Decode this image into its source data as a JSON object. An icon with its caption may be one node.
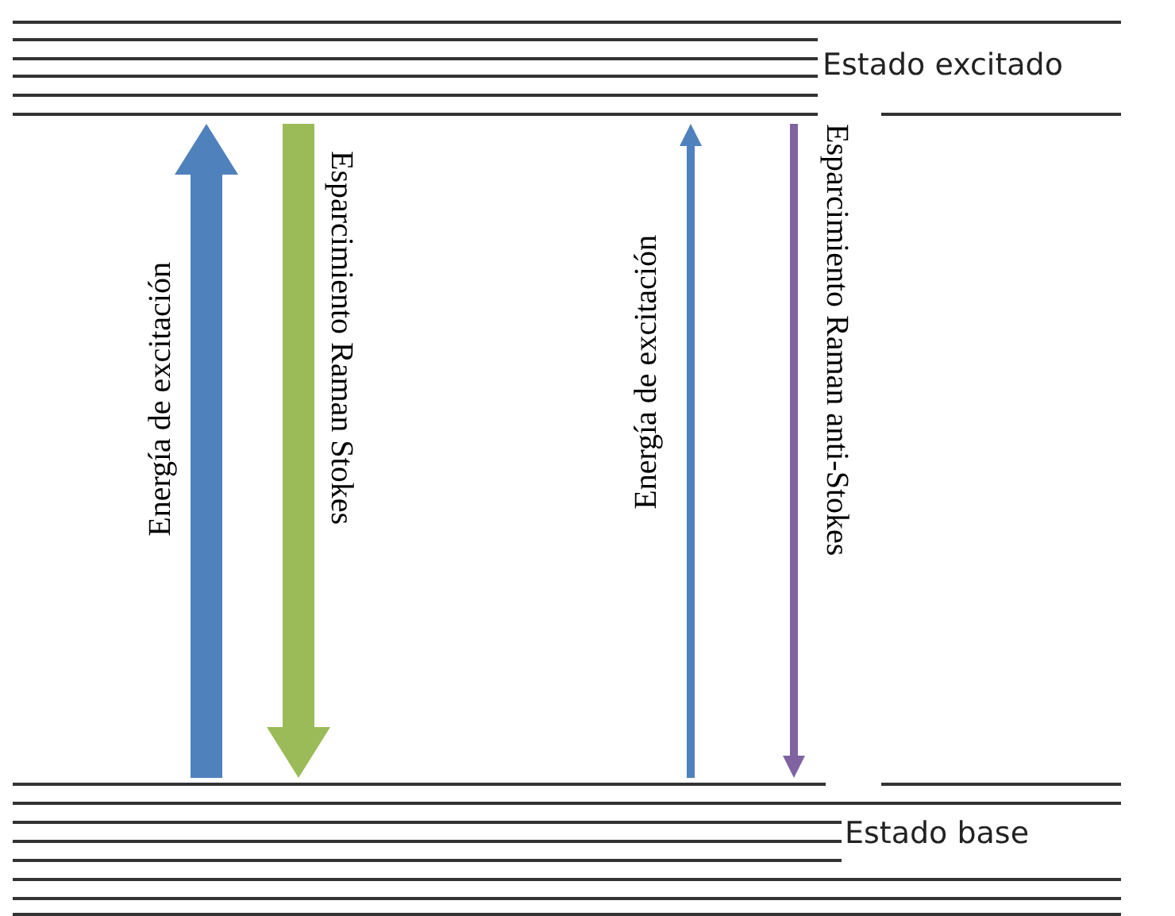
{
  "diagram": {
    "nodes": [
      {
        "text": [
          "Estado excitado"
        ]
      },
      {
        "text": [
          "Estado base"
        ]
      }
    ],
    "edges": [
      {
        "from": 1,
        "to": 0,
        "arrow": "to",
        "label": "Energía de excitación",
        "style": "thick",
        "color": "#4f81bd"
      },
      {
        "from": 0,
        "to": 1,
        "arrow": "to",
        "label": "Esparcimiento Raman Stokes",
        "style": "thick",
        "color": "#9bbb59"
      },
      {
        "from": 1,
        "to": 0,
        "arrow": "to",
        "label": "Energía de excitación",
        "color": "#4f81bd"
      },
      {
        "from": 0,
        "to": 1,
        "arrow": "to",
        "label": "Esparcimiento Raman anti-Stokes",
        "color": "#8064a2"
      }
    ]
  }
}
